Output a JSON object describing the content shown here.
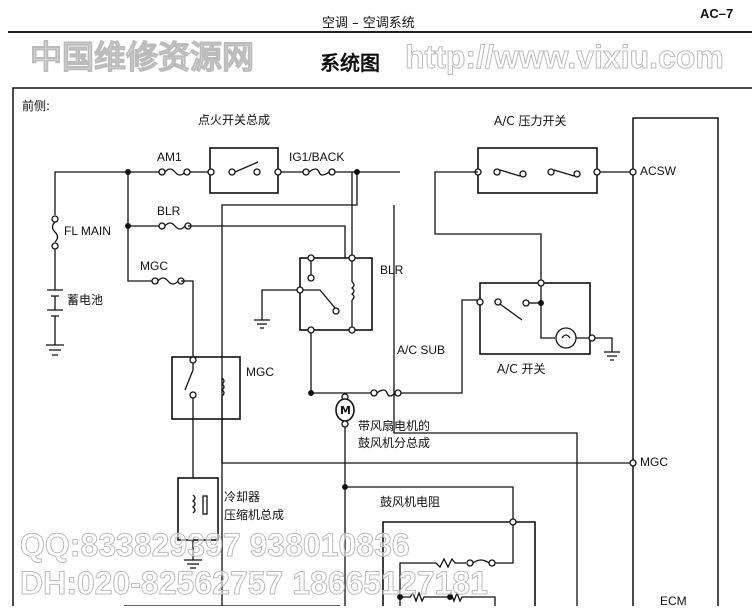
{
  "header": {
    "section": "空调 – 空调系统",
    "page": "AC–7"
  },
  "title": "系统图",
  "diagram": {
    "front_label": "前侧:",
    "ignition_switch": "点火开关总成",
    "fuses": {
      "am1": "AM1",
      "ig1_back": "IG1/BACK",
      "blr": "BLR",
      "mgc": "MGC",
      "fl_main": "FL MAIN",
      "ac_sub": "A/C SUB"
    },
    "battery": "蓄电池",
    "blr_relay": "BLR",
    "mgc_relay": "MGC",
    "ac_pressure_switch": "A/C 压力开关",
    "ac_switch": "A/C 开关",
    "motor_symbol": "M",
    "blower_motor": [
      "带风扇电机的",
      "鼓风机分总成"
    ],
    "compressor": [
      "冷却器",
      "压缩机总成"
    ],
    "blower_resistor": "鼓风机电阻",
    "ecm": {
      "label": "ECM",
      "pin_acsw": "ACSW",
      "pin_mgc": "MGC"
    }
  },
  "watermark": [
    "中国维修资源网",
    "http://www.vixiu.com",
    "QQ:833829397 938010836",
    "DH:020-82562757 18665127181"
  ]
}
